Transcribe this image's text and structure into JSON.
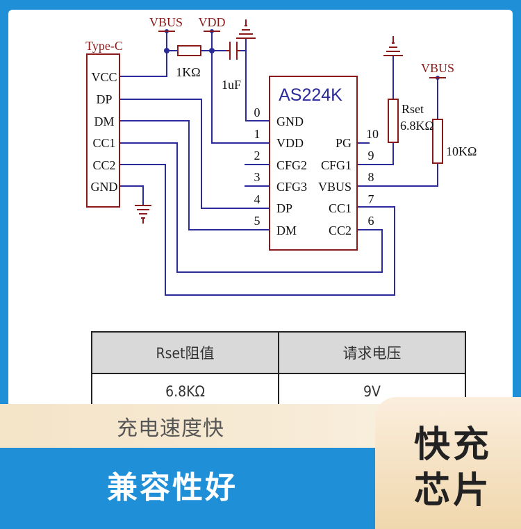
{
  "schematic": {
    "connector_title": "Type-C",
    "connector_pins": [
      "VCC",
      "DP",
      "DM",
      "CC1",
      "CC2",
      "GND"
    ],
    "chip_name": "AS224K",
    "chip_left_pins": [
      {
        "num": "0",
        "label": "GND"
      },
      {
        "num": "1",
        "label": "VDD"
      },
      {
        "num": "2",
        "label": "CFG2"
      },
      {
        "num": "3",
        "label": "CFG3"
      },
      {
        "num": "4",
        "label": "DP"
      },
      {
        "num": "5",
        "label": "DM"
      }
    ],
    "chip_right_pins": [
      {
        "num": "10",
        "label": "PG"
      },
      {
        "num": "9",
        "label": "CFG1"
      },
      {
        "num": "8",
        "label": "VBUS"
      },
      {
        "num": "7",
        "label": "CC1"
      },
      {
        "num": "6",
        "label": "CC2"
      }
    ],
    "net_vbus": "VBUS",
    "net_vdd": "VDD",
    "net_vbus_right": "VBUS",
    "r1_value": "1KΩ",
    "c1_value": "1uF",
    "rset_name": "Rset",
    "rset_value": "6.8KΩ",
    "r3_value": "10KΩ"
  },
  "table": {
    "headers": [
      "Rset阻值",
      "请求电压"
    ],
    "rows": [
      [
        "6.8KΩ",
        "9V"
      ]
    ]
  },
  "banner": {
    "slogan_small": "充电速度快",
    "slogan_large": "兼容性好",
    "badge_line1": "快充",
    "badge_line2": "芯片"
  },
  "colors": {
    "wire": "#2a2a9a",
    "component": "#8a1a1a",
    "background_blue": "#1f8fd8"
  }
}
